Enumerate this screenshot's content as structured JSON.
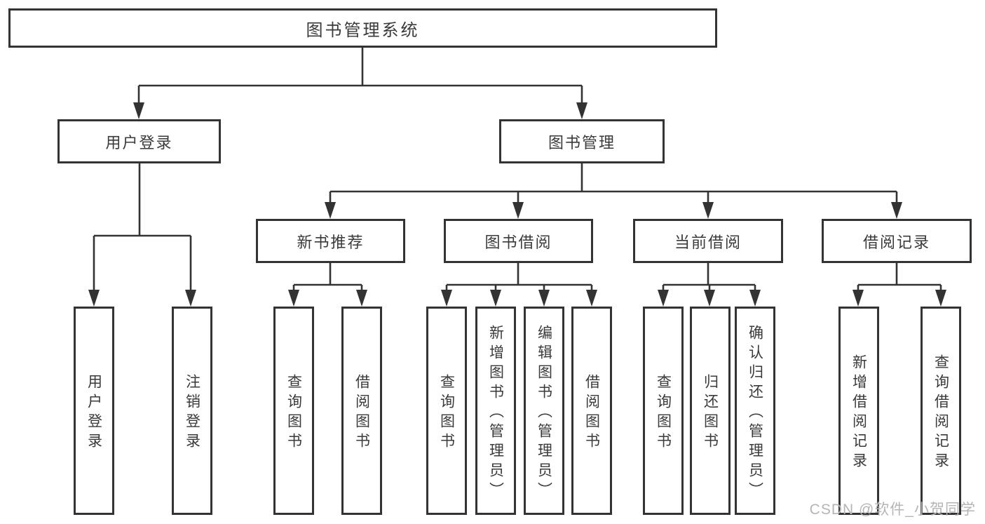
{
  "diagram": {
    "root": {
      "label": "图书管理系统"
    },
    "branches": [
      {
        "label": "用户登录",
        "children": [
          {
            "label": "用户登录"
          },
          {
            "label": "注销登录"
          }
        ]
      },
      {
        "label": "图书管理",
        "children": [
          {
            "label": "新书推荐",
            "children": [
              {
                "label": "查询图书"
              },
              {
                "label": "借阅图书"
              }
            ]
          },
          {
            "label": "图书借阅",
            "children": [
              {
                "label": "查询图书"
              },
              {
                "label": "新增图书（管理员）"
              },
              {
                "label": "编辑图书（管理员）"
              },
              {
                "label": "借阅图书"
              }
            ]
          },
          {
            "label": "当前借阅",
            "children": [
              {
                "label": "查询图书"
              },
              {
                "label": "归还图书"
              },
              {
                "label": "确认归还（管理员）"
              }
            ]
          },
          {
            "label": "借阅记录",
            "children": [
              {
                "label": "新增借阅记录"
              },
              {
                "label": "查询借阅记录"
              }
            ]
          }
        ]
      }
    ]
  },
  "watermark": {
    "text": "CSDN @软件_小贺同学"
  },
  "colors": {
    "line": "#333333",
    "box_border": "#333333",
    "text": "#3a3a3a",
    "watermark": "#b5b5b5",
    "background": "#ffffff"
  }
}
